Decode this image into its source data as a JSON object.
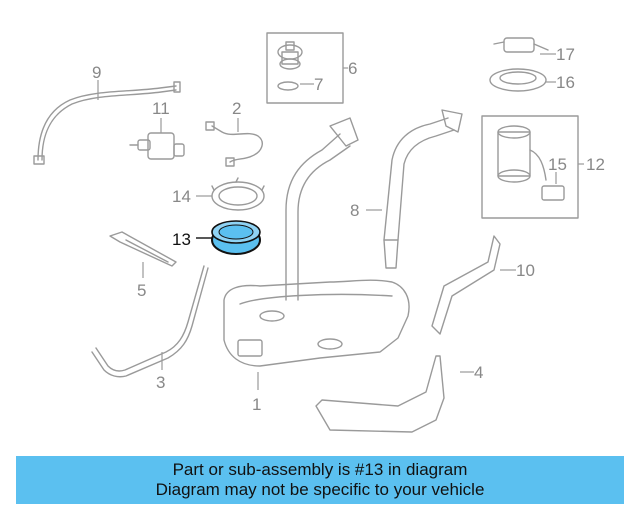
{
  "diagram": {
    "highlight_color": "#5bc0f0",
    "callouts": {
      "c1": "1",
      "c3": "3",
      "c4": "4",
      "c5": "5",
      "c6": "6",
      "c7": "7",
      "c8": "8",
      "c9": "9",
      "c10": "10",
      "c11": "11",
      "c12": "12",
      "c13": "13",
      "c14": "14",
      "c15": "15",
      "c16": "16",
      "c17": "17"
    }
  },
  "banner": {
    "line1": "Part or sub-assembly is #13 in diagram",
    "line2": "Diagram may not be specific to your vehicle",
    "background": "#5bc0f0"
  }
}
